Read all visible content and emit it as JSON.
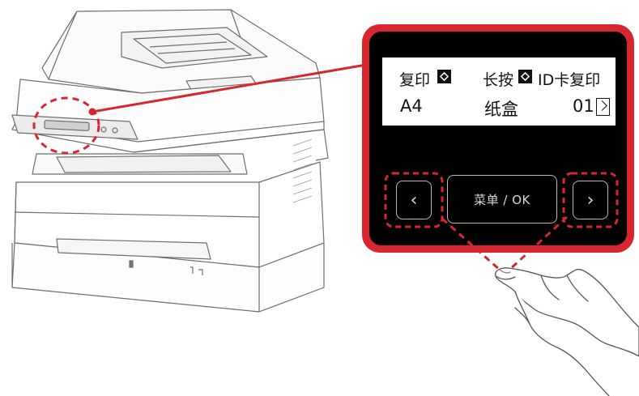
{
  "scene": {
    "colors": {
      "accent_red": "#d62630",
      "panel_black": "#000000",
      "lcd_white": "#ffffff",
      "button_border": "#b9b9b9",
      "printer_line": "#6e6e6e"
    }
  },
  "display": {
    "line1": {
      "mode_label": "复印",
      "hold_label": "长按",
      "id_copy_label": "ID卡复印",
      "start_icon": "start-diamond-icon"
    },
    "line2": {
      "paper_size": "A4",
      "tray_label": "纸盒",
      "copies": "01",
      "more_icon": "chevron-right-box-icon"
    }
  },
  "buttons": {
    "left_label": "‹",
    "right_label": "›",
    "menu_ok_label": "菜单 / OK"
  }
}
